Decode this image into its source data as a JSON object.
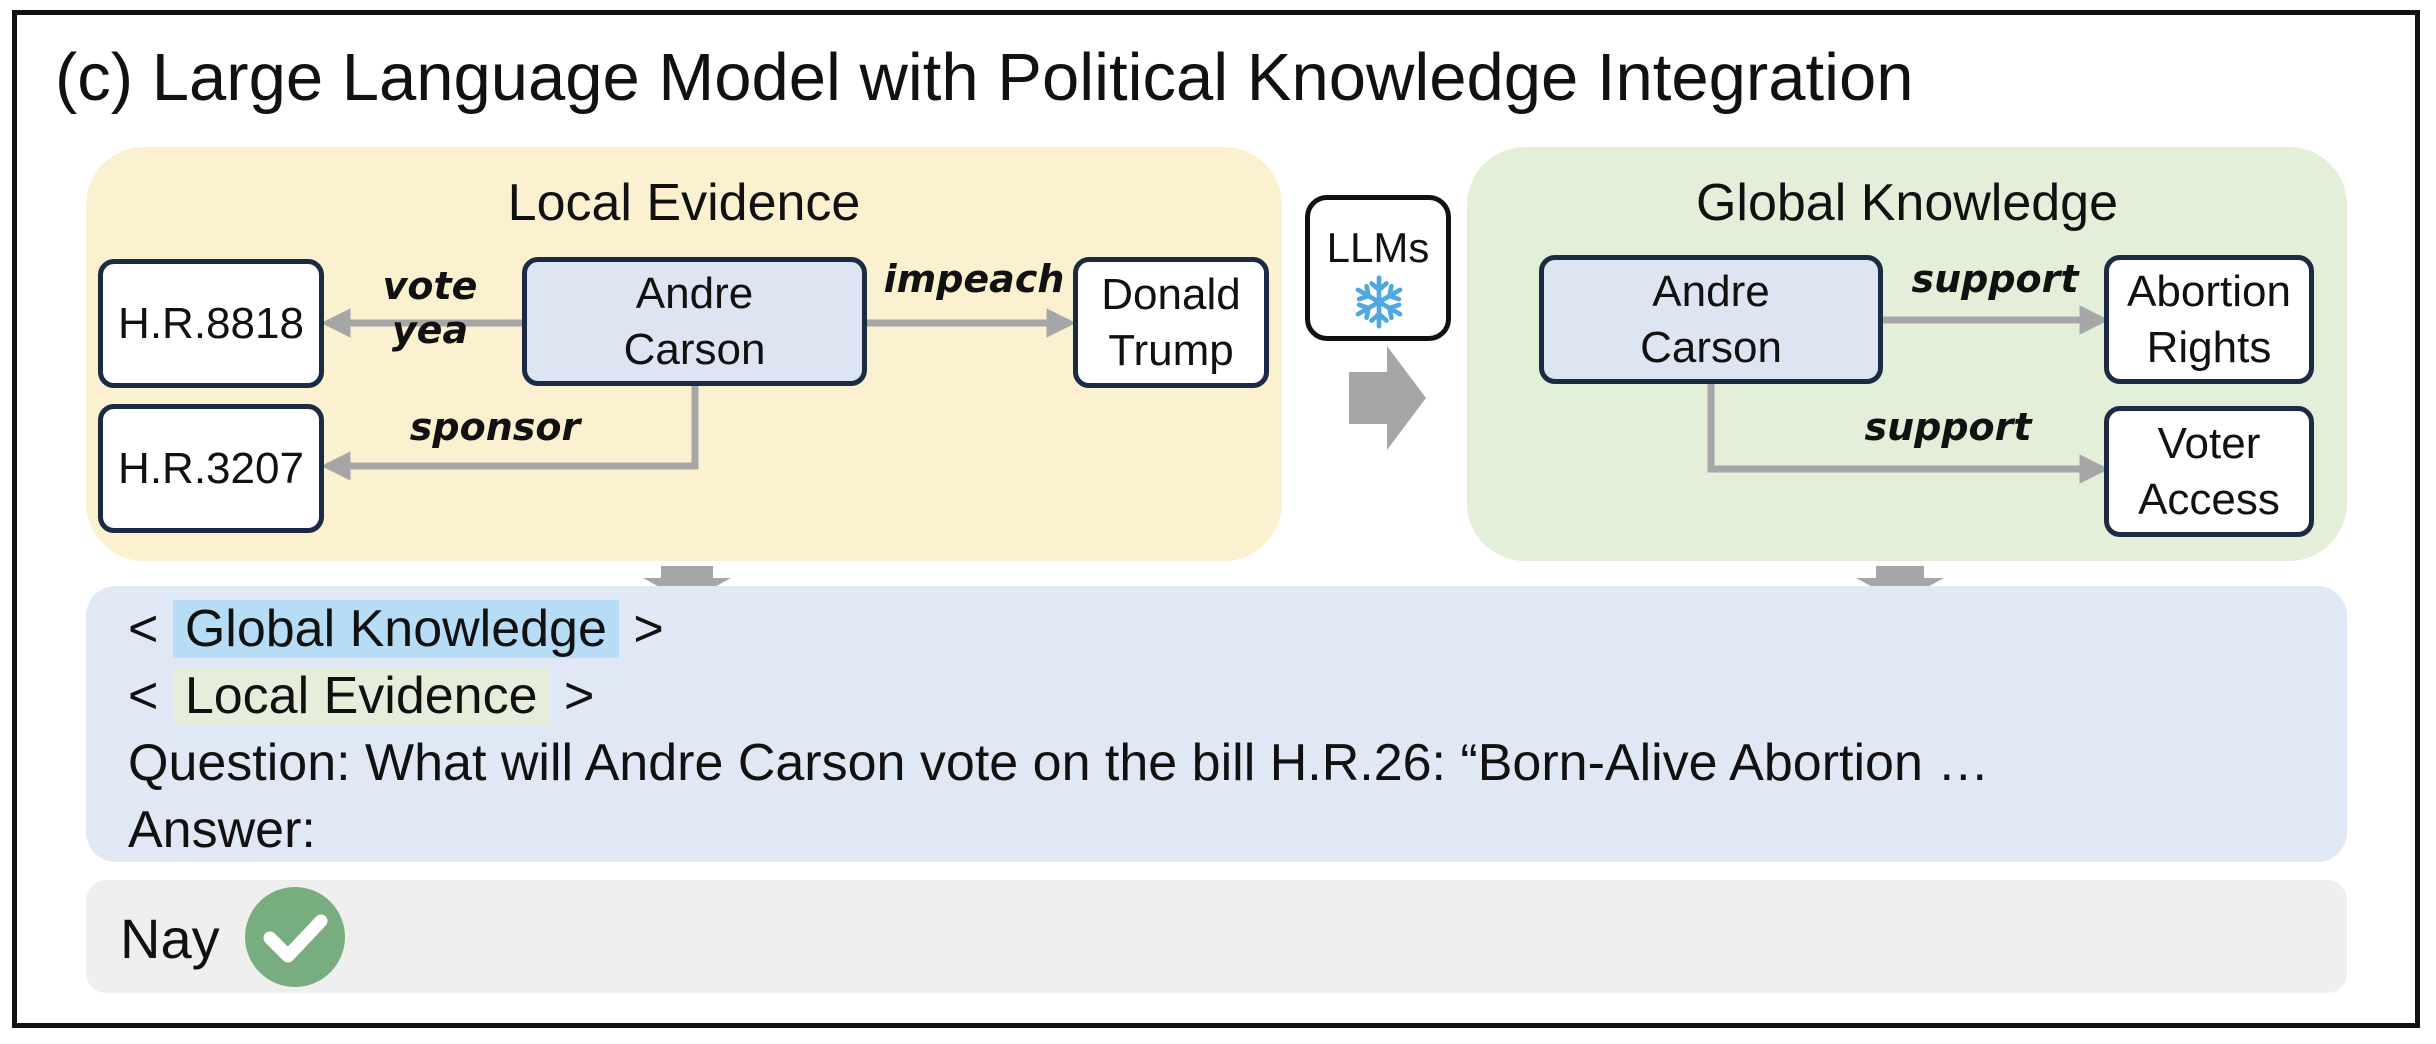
{
  "title": "(c) Large Language Model with Political Knowledge Integration",
  "local_panel": {
    "title": "Local Evidence",
    "nodes": {
      "hr8818": "H.R.8818",
      "hr3207": "H.R.3207",
      "carson": "Andre\nCarson",
      "trump": "Donald\nTrump"
    },
    "edges": {
      "vote_yea": "vote\nyea",
      "impeach": "impeach",
      "sponsor": "sponsor"
    }
  },
  "llm": {
    "label": "LLMs",
    "icon": "snowflake-icon"
  },
  "global_panel": {
    "title": "Global Knowledge",
    "nodes": {
      "carson": "Andre\nCarson",
      "abortion": "Abortion\nRights",
      "voter": "Voter\nAccess"
    },
    "edges": {
      "support_1": "support",
      "support_2": "support"
    }
  },
  "prompt": {
    "line1_open": "<",
    "line1_tag": "Global Knowledge",
    "line1_close": ">",
    "line2_open": "<",
    "line2_tag": "Local Evidence",
    "line2_close": ">",
    "question": "Question: What will Andre Carson vote on the bill H.R.26: “Born-Alive Abortion …",
    "answer_label": "Answer:"
  },
  "answer": {
    "text": "Nay",
    "icon": "check-circle-icon"
  },
  "colors": {
    "local_panel": "#fbf0cf",
    "global_panel": "#e3efd9",
    "prompt_panel": "#dfe8f4",
    "answer_panel": "#efefef",
    "entity_node": "#dde4f2",
    "arrow": "#a6a6a6",
    "check": "#78ae7f",
    "snowflake": "#4fa8e0"
  }
}
